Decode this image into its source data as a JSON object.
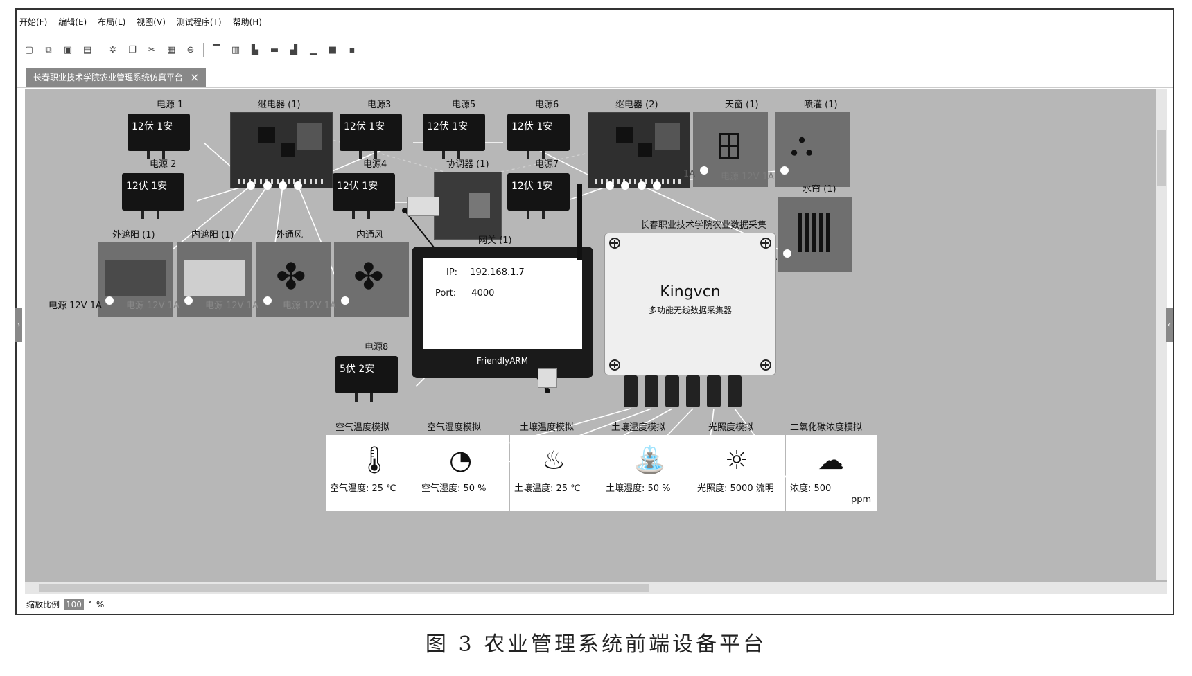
{
  "menu": [
    "开始(F)",
    "编辑(E)",
    "布局(L)",
    "视图(V)",
    "测试程序(T)",
    "帮助(H)"
  ],
  "toolbar_icons": [
    "new-icon",
    "copy-window-icon",
    "save-icon",
    "save-all-icon",
    "gear-icon",
    "copy-icon",
    "cut-icon",
    "paste-icon",
    "delete-icon",
    "align-top-icon",
    "align-middle-icon",
    "align-left-icon",
    "align-center-icon",
    "align-right-icon",
    "align-bottom-icon",
    "same-size-icon",
    "same-width-icon"
  ],
  "tab": {
    "title": "长春职业技术学院农业管理系统仿真平台",
    "close": "×"
  },
  "devices": {
    "psu1": {
      "label": "电源 1",
      "text": "12伏 1安"
    },
    "psu2": {
      "label": "电源 2",
      "text": "12伏 1安"
    },
    "psu3": {
      "label": "电源3",
      "text": "12伏 1安"
    },
    "psu4": {
      "label": "电源4",
      "text": "12伏 1安"
    },
    "psu5": {
      "label": "电源5",
      "text": "12伏 1安"
    },
    "psu6": {
      "label": "电源6",
      "text": "12伏 1安"
    },
    "psu7": {
      "label": "电源7",
      "text": "12伏 1安"
    },
    "psu8": {
      "label": "电源8",
      "text": "5伏 2安"
    },
    "relay1": {
      "label": "继电器 (1)"
    },
    "relay2": {
      "label": "继电器 (2)"
    },
    "coordinator": {
      "label": "协调器 (1)"
    },
    "gateway": {
      "label": "网关 (1)"
    },
    "skylight": {
      "label": "天窗 (1)"
    },
    "sprinkler": {
      "label": "喷灌 (1)"
    },
    "curtain": {
      "label": "水帘 (1)"
    },
    "outer_shade": {
      "label": "外遮阳 (1)"
    },
    "inner_shade": {
      "label": "内遮阳 (1)"
    },
    "outer_vent": {
      "label": "外通风"
    },
    "inner_vent": {
      "label": "内通风"
    },
    "power_12v1a": "电源 12V 1A",
    "tag_1a": "1A",
    "tag_power_faint": "电源 12V 1A"
  },
  "arm": {
    "ip_label": "IP:",
    "ip": "192.168.1.7",
    "port_label": "Port:",
    "port": "4000",
    "brand": "FriendlyARM"
  },
  "collector": {
    "title": "长春职业技术学院农业数据采集",
    "brand": "Kingvcn",
    "subtitle": "多功能无线数据采集器"
  },
  "sensors": [
    {
      "label": "空气温度模拟",
      "text": "空气温度:  25   ℃",
      "icon": "thermometer-icon"
    },
    {
      "label": "空气湿度模拟",
      "text": "空气湿度:  50   %",
      "icon": "humidity-gauge-icon"
    },
    {
      "label": "土壤温度模拟",
      "text": "土壤温度:  25   ℃",
      "icon": "soil-temperature-icon"
    },
    {
      "label": "土壤湿度模拟",
      "text": "土壤湿度:  50   %",
      "icon": "faucet-icon"
    },
    {
      "label": "光照度模拟",
      "text": "光照度: 5000  流明",
      "icon": "sun-icon"
    },
    {
      "label": "二氧化碳浓度模拟",
      "text": "浓度:        500",
      "unit": "ppm",
      "icon": "co2-cloud-icon"
    }
  ],
  "status": {
    "zoom_label": "缩放比例",
    "zoom_value": "100",
    "zoom_unit": "%"
  },
  "caption": "图 3    农业管理系统前端设备平台"
}
